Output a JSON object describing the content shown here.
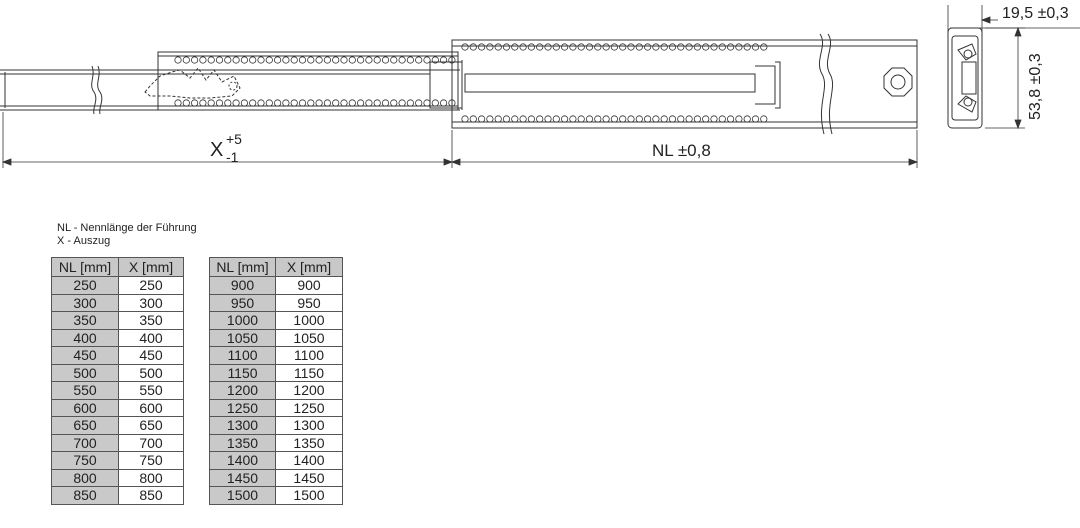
{
  "dimensions": {
    "extension_label": "X",
    "extension_tol_plus": "+5",
    "extension_tol_minus": "-1",
    "nominal_label": "NL ±0,8",
    "width_label": "19,5 ±0,3",
    "height_label": "53,8 ±0,3"
  },
  "legend": {
    "nl": "NL - Nennlänge der Führung",
    "x": "X - Auszug"
  },
  "tables": {
    "headers": {
      "nl": "NL [mm]",
      "x": "X [mm]"
    },
    "left": [
      {
        "nl": "250",
        "x": "250"
      },
      {
        "nl": "300",
        "x": "300"
      },
      {
        "nl": "350",
        "x": "350"
      },
      {
        "nl": "400",
        "x": "400"
      },
      {
        "nl": "450",
        "x": "450"
      },
      {
        "nl": "500",
        "x": "500"
      },
      {
        "nl": "550",
        "x": "550"
      },
      {
        "nl": "600",
        "x": "600"
      },
      {
        "nl": "650",
        "x": "650"
      },
      {
        "nl": "700",
        "x": "700"
      },
      {
        "nl": "750",
        "x": "750"
      },
      {
        "nl": "800",
        "x": "800"
      },
      {
        "nl": "850",
        "x": "850"
      }
    ],
    "right": [
      {
        "nl": "900",
        "x": "900"
      },
      {
        "nl": "950",
        "x": "950"
      },
      {
        "nl": "1000",
        "x": "1000"
      },
      {
        "nl": "1050",
        "x": "1050"
      },
      {
        "nl": "1100",
        "x": "1100"
      },
      {
        "nl": "1150",
        "x": "1150"
      },
      {
        "nl": "1200",
        "x": "1200"
      },
      {
        "nl": "1250",
        "x": "1250"
      },
      {
        "nl": "1300",
        "x": "1300"
      },
      {
        "nl": "1350",
        "x": "1350"
      },
      {
        "nl": "1400",
        "x": "1400"
      },
      {
        "nl": "1450",
        "x": "1450"
      },
      {
        "nl": "1500",
        "x": "1500"
      }
    ]
  },
  "colors": {
    "line": "#333333",
    "table_nl_fill": "#c9c9c9",
    "table_header_fill": "#c8c8c8"
  }
}
